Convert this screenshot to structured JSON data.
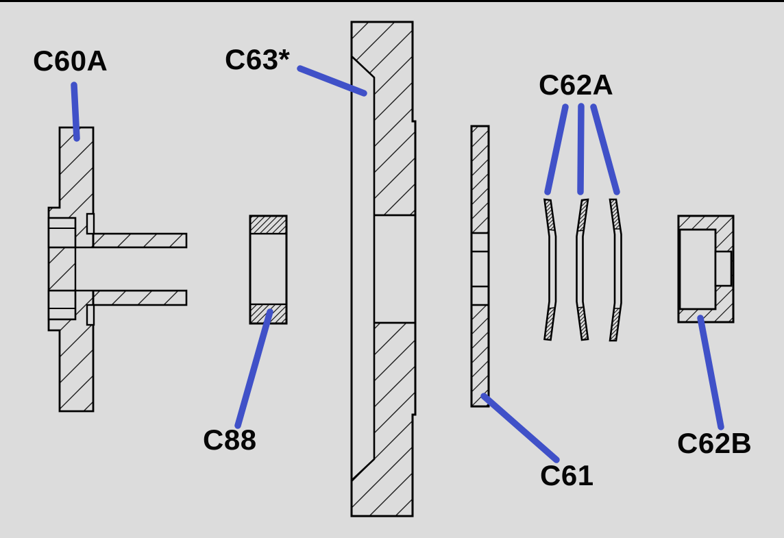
{
  "diagram": {
    "type": "exploded-parts-cross-section",
    "labels": {
      "c60a": "C60A",
      "c63": "C63*",
      "c62a": "C62A",
      "c88": "C88",
      "c61": "C61",
      "c62b": "C62B"
    },
    "colors": {
      "background": "#dcdcdc",
      "line": "#000000",
      "hatch": "#1b1b1b",
      "leader": "#4051c8",
      "label_text": "#060606"
    }
  }
}
